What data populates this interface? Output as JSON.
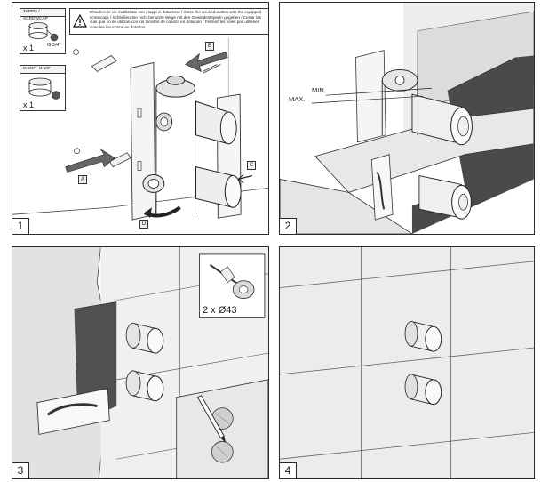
{
  "panels": [
    {
      "number": "1",
      "warning_text": "Chiudere le vie inutilizzate con i tappi in dotazione / Close the unused outlets with the equipped screwcaps / Schließen Sie nicht benutzte Wege mit den Gewindestöpseln gegeben / Cerrar las vías que no se utilizan con los tornillos de cabeza en dotación / Fermez les voies pas utilisées avec les bouchons en dotation",
      "inset_top": {
        "label": "TAPPO / SCREWCAP",
        "thread": "G 3/4\"",
        "qty": "x 1"
      },
      "inset_bottom": {
        "label": "G 3/4\" - G 1/2\"",
        "qty": "x 1"
      },
      "callouts": [
        "A",
        "B",
        "C",
        "D"
      ],
      "icons": [
        "warning-icon"
      ]
    },
    {
      "number": "2",
      "labels": {
        "min": "MIN.",
        "max": "MAX."
      }
    },
    {
      "number": "3",
      "diameter_note": "2 x Ø43"
    },
    {
      "number": "4"
    }
  ]
}
